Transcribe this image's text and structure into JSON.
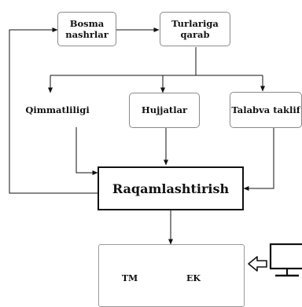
{
  "diagram": {
    "top_left": "Bosma nashrlar",
    "top_right": "Turlariga qarab",
    "branch_1": "Qimmatliligi",
    "branch_2": "Hujjatlar",
    "branch_3": "Talabva taklif",
    "center": "Raqamlashtirish",
    "db_1": "TM",
    "db_2": "EK"
  },
  "icons": {
    "arrow": "arrow-left-outline-icon",
    "computer": "computer-monitor-icon",
    "database": "database-cylinder-icon"
  }
}
